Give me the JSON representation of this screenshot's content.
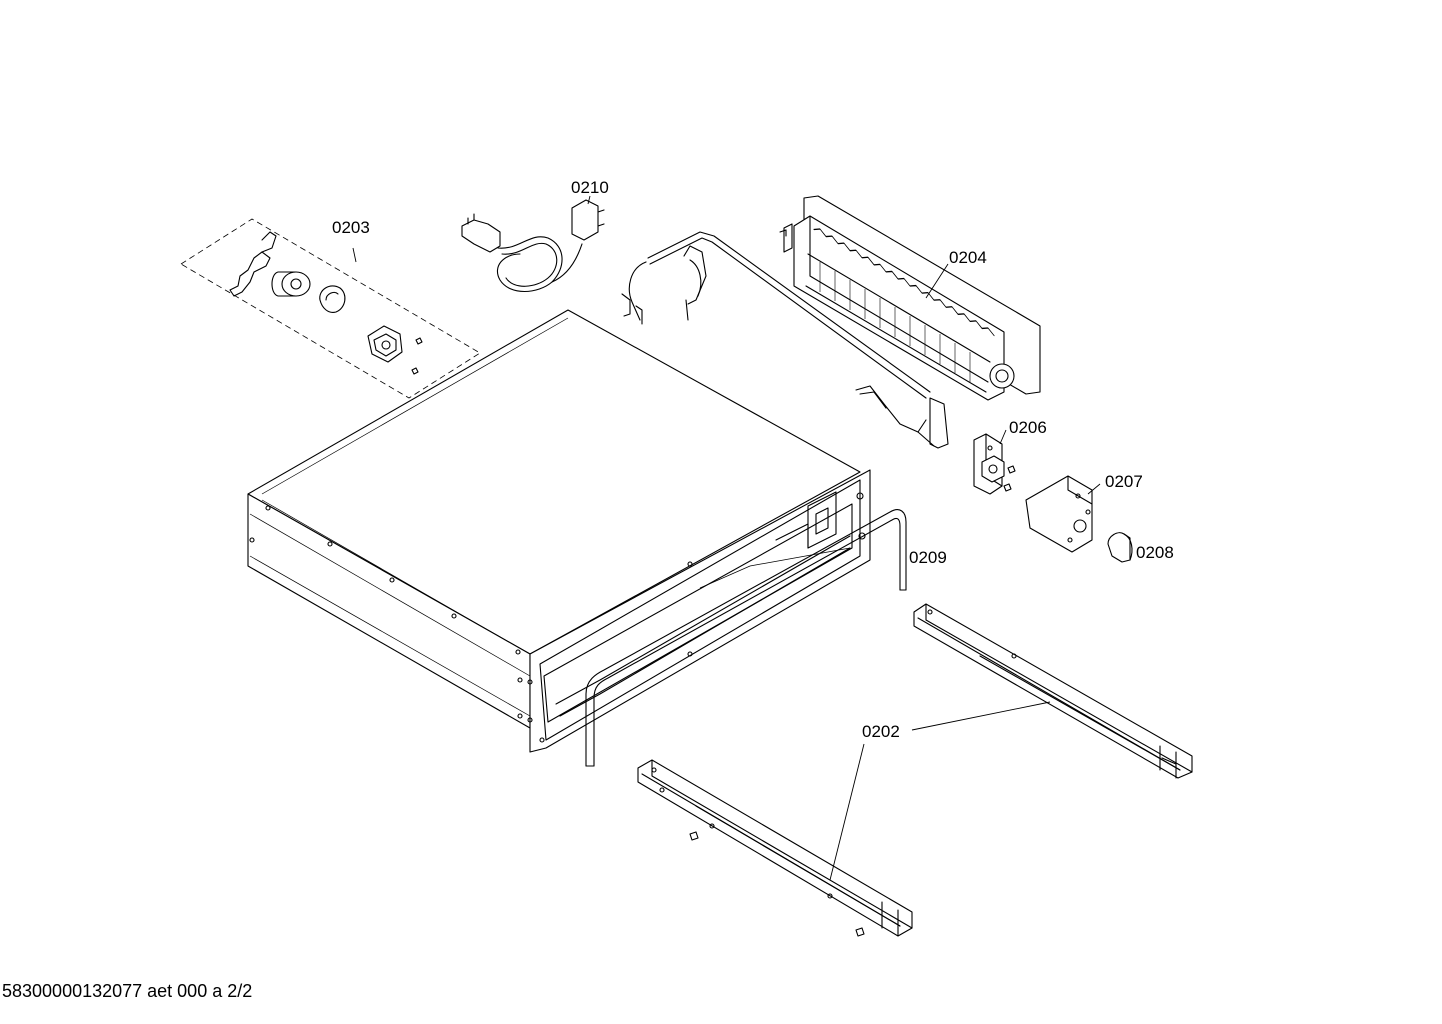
{
  "diagram": {
    "parts": [
      {
        "id": "p0210",
        "label": "0210"
      },
      {
        "id": "p0203",
        "label": "0203"
      },
      {
        "id": "p0204",
        "label": "0204"
      },
      {
        "id": "p0206",
        "label": "0206"
      },
      {
        "id": "p0207",
        "label": "0207"
      },
      {
        "id": "p0208",
        "label": "0208"
      },
      {
        "id": "p0209",
        "label": "0209"
      },
      {
        "id": "p0202",
        "label": "0202"
      }
    ],
    "footer": "58300000132077 aet 000 a 2/2"
  }
}
